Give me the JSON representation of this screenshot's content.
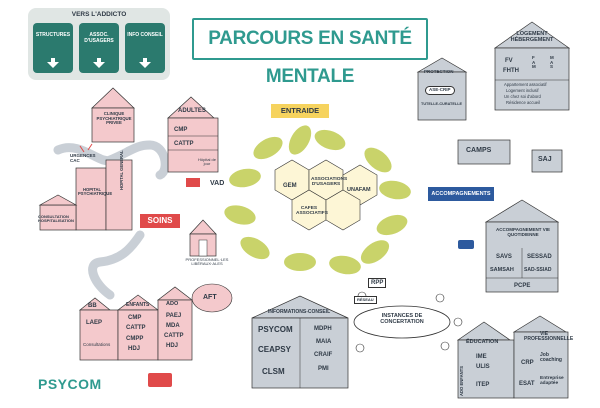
{
  "title": "PARCOURS EN SANTÉ MENTALE",
  "addicto": {
    "title": "VERS L'ADDICTO",
    "boxes": [
      "STRUCTURES",
      "ASSOC. D'USAGERS",
      "INFO CONSEIL"
    ]
  },
  "entraide": {
    "label": "ENTRAIDE",
    "cells": [
      "GEM",
      "ASSOCIATIONS D'USAGERS",
      "UNAFAM",
      "CAFES ASSOCIATIFS"
    ]
  },
  "clinique": "CLINIQUE PSYCHIATRIQUE PRIVEE",
  "adultes": {
    "title": "ADULTES",
    "items": [
      "CMP",
      "CATTP",
      "Hôpital de jour"
    ]
  },
  "urgences": "URGENCES CAC",
  "hopital_psy": "HOPITAL PSYCHIATRIQUE",
  "hopital_general": "HOPITAL GENERAL",
  "consultation": "CONSULTATION HOSPITALISATION",
  "vad": "VAD",
  "soins": "SOINS",
  "liberaux": "PROFESSIONNEL·LES LIBÉRAUX·ALES",
  "aft": "AFT",
  "bb": {
    "title": "BB",
    "item": "LAEP"
  },
  "enfants": {
    "title": "ENFANTS",
    "items": [
      "CMP",
      "CATTP",
      "CMPP",
      "HDJ"
    ]
  },
  "ado": {
    "title": "ADO",
    "items": [
      "PAEJ",
      "MDA",
      "CATTP",
      "HDJ"
    ]
  },
  "consultations": "Consultations",
  "info_conseil": {
    "title": "INFORMATIONS-CONSEIL",
    "left": [
      "PSYCOM",
      "CEAPSY",
      "CLSM"
    ],
    "right": [
      "MDPH",
      "MAIA",
      "CRAIF",
      "PMI"
    ]
  },
  "instances": {
    "label": "INSTANCES DE CONCERTATION",
    "rpp": "RPP",
    "reseau": "RÉSEAU"
  },
  "protection": {
    "title": "PROTECTION",
    "items": [
      "ASE-CRIP",
      "TUTELLE-CURATELLE"
    ]
  },
  "logement": {
    "title": "LOGEMENT HÉBERGEMENT",
    "cols": [
      "FV",
      "FHTH",
      "F A M",
      "M A S"
    ],
    "bottom": [
      "Appartement associatif",
      "Logement inclusif",
      "Un chez soi d'abord",
      "Résidence accueil"
    ]
  },
  "camps": "CAMPS",
  "saj": "SAJ",
  "accompagnements": "ACCOMPAGNEMENTS",
  "vie_quotidienne": {
    "title": "ACCOMPAGNEMENT VIE QUOTIDIENNE",
    "items": [
      "SAVS",
      "SESSAD",
      "SAMSAH",
      "SAD-SSIAD",
      "PCPE"
    ]
  },
  "education": {
    "title": "ÉDUCATION",
    "items": [
      "IME",
      "ULIS",
      "ITEP"
    ],
    "side": "ADO ENFANTS"
  },
  "vie_pro": {
    "title": "VIE PROFESSIONNELLE",
    "items": [
      "CRP",
      "Job coaching",
      "ESAT",
      "Entreprise adaptée"
    ]
  },
  "logo": "PSYCOM",
  "colors": {
    "teal": "#2f9a8f",
    "dark_green": "#2b7a6e",
    "pink": "#f4c9cc",
    "grey": "#c9cfd6",
    "leaf": "#c9d36a",
    "hex": "#fdf6d6",
    "yellow": "#f6d35e",
    "blue": "#2d5a9e",
    "red": "#e04a4a"
  }
}
